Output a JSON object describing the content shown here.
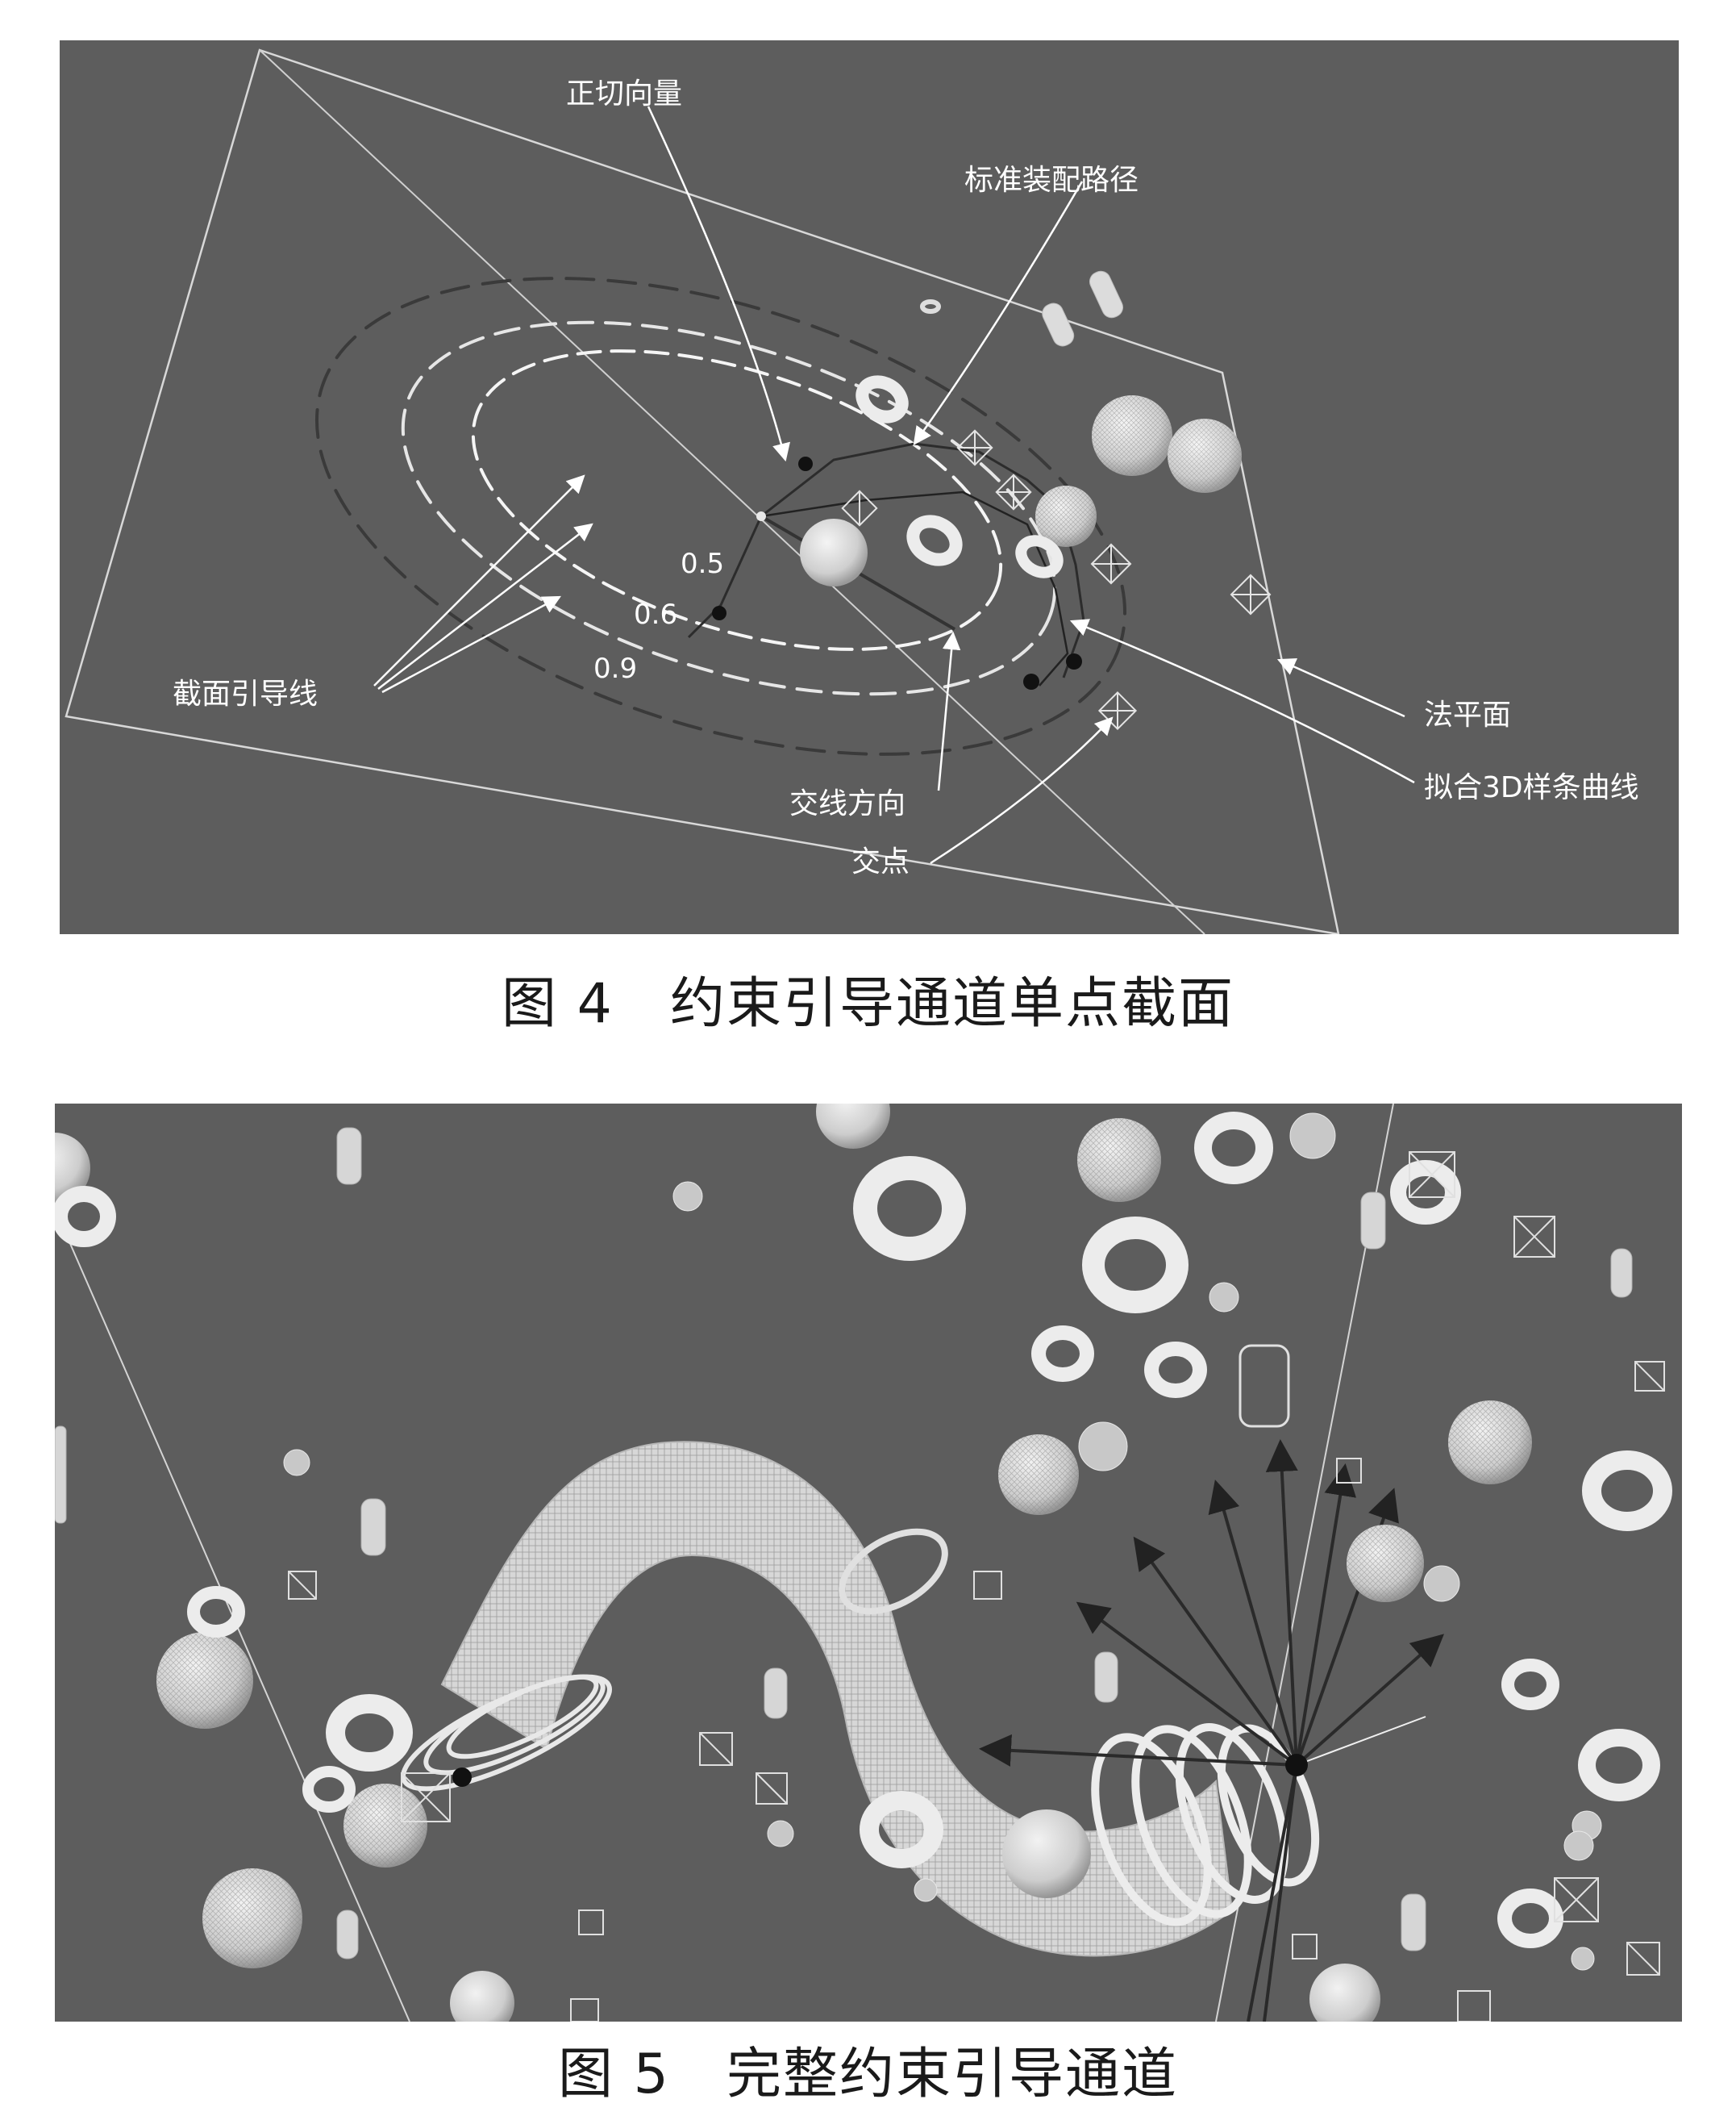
{
  "figure4": {
    "caption_label": "图 4",
    "caption_title": "约束引导通道单点截面",
    "annotations": {
      "tangent_vector": "正切向量",
      "standard_path": "标准装配路径",
      "section_guides": "截面引导线",
      "normal_plane": "法平面",
      "fitted_spline": "拟合3D样条曲线",
      "intersect_direction": "交线方向",
      "intersection_point": "交点",
      "ring_05": "0.5",
      "ring_06": "0.6",
      "ring_09": "0.9"
    }
  },
  "figure5": {
    "caption_label": "图 5",
    "caption_title": "完整约束引导通道"
  },
  "colors": {
    "panel_background": "#5d5d5d",
    "annotation_text": "#ffffff",
    "caption_text": "#1a1a1a"
  }
}
